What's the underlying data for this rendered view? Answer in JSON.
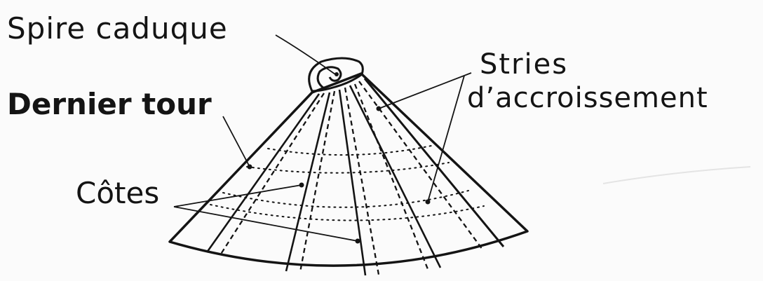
{
  "labels": {
    "spire": "Spire caduque",
    "dernier_tour": "Dernier tour",
    "stries_line1": "Stries",
    "stries_line2": "d’accroissement",
    "cotes": "Côtes"
  },
  "colors": {
    "ink": "#141414",
    "paper": "#fbfbfb"
  }
}
